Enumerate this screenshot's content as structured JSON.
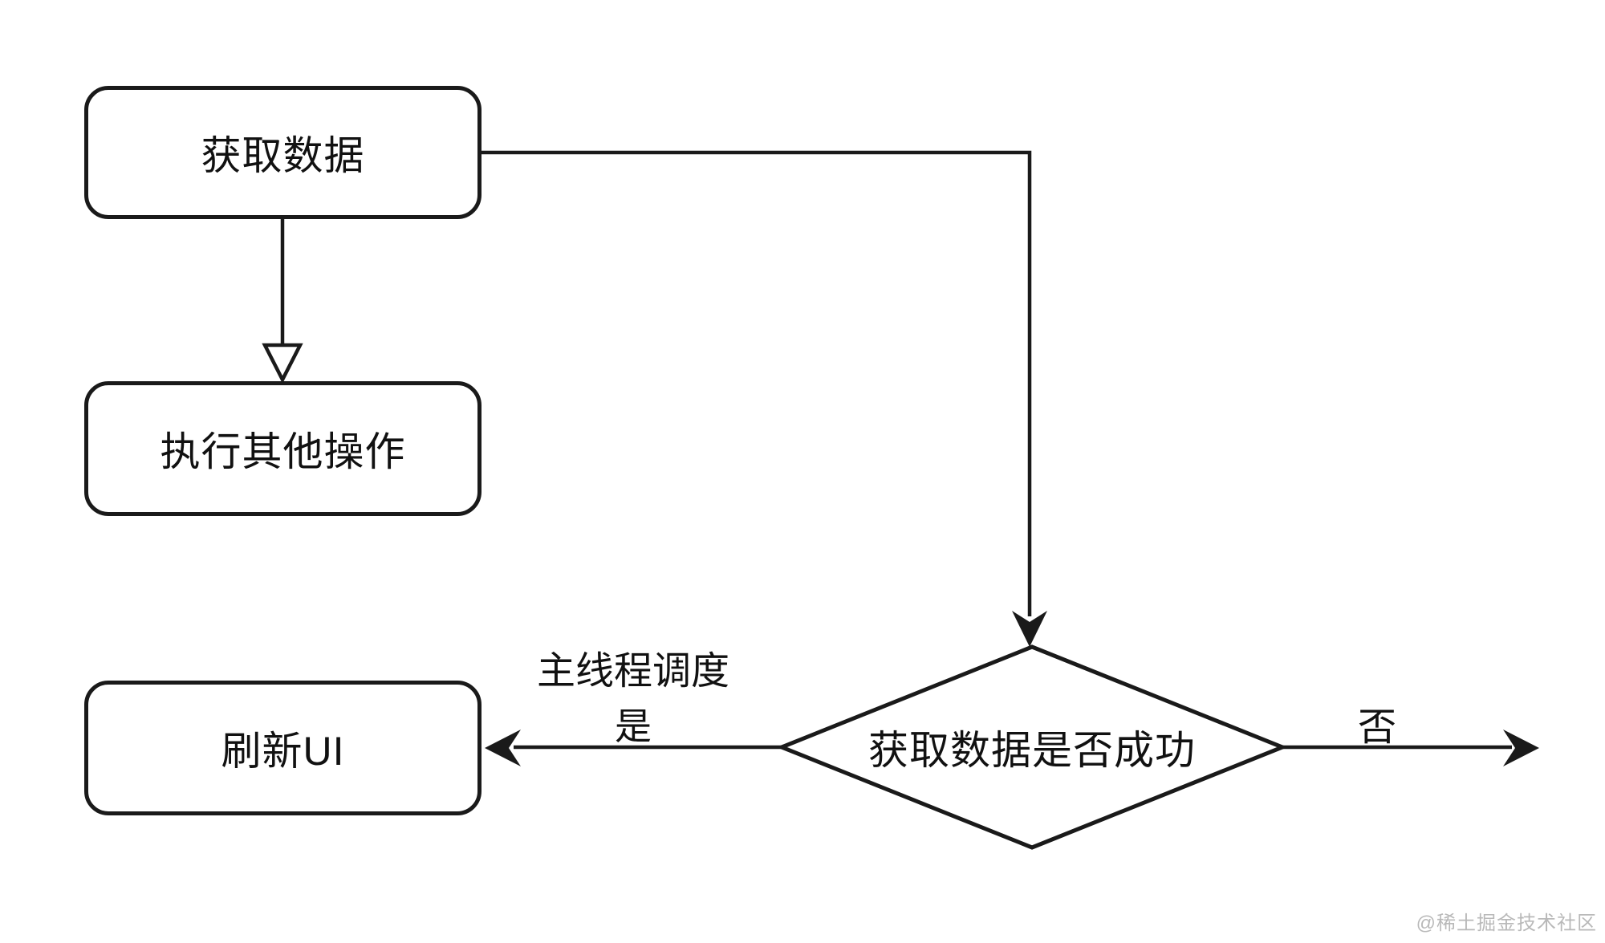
{
  "diagram": {
    "background": "#ffffff",
    "line_color": "#1a1a1a",
    "text_color": "#111111",
    "nodes": [
      {
        "id": "fetch-data",
        "shape": "rounded-rect",
        "label": "获取数据"
      },
      {
        "id": "execute-other",
        "shape": "rounded-rect",
        "label": "执行其他操作"
      },
      {
        "id": "refresh-ui",
        "shape": "rounded-rect",
        "label": "刷新UI"
      },
      {
        "id": "fetch-success",
        "shape": "diamond",
        "label": "获取数据是否成功"
      }
    ],
    "edges": [
      {
        "from": "fetch-data",
        "to": "execute-other",
        "arrowhead": "hollow-triangle"
      },
      {
        "from": "fetch-data",
        "to": "fetch-success",
        "arrowhead": "solid-stealth"
      },
      {
        "from": "fetch-success",
        "to": "refresh-ui",
        "arrowhead": "solid-stealth",
        "label_line1": "主线程调度",
        "label_line2": "是"
      },
      {
        "from": "fetch-success",
        "to": "off-canvas-right",
        "arrowhead": "solid-stealth",
        "label": "否"
      }
    ],
    "watermark": "@稀土掘金技术社区"
  }
}
